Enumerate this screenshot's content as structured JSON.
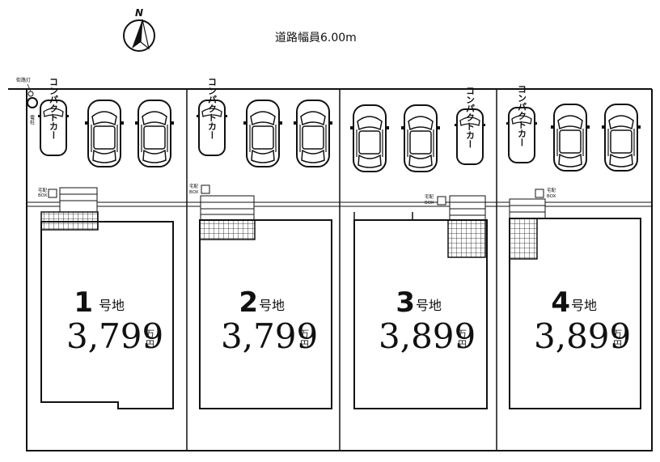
{
  "road": {
    "label": "道路幅員6.00m"
  },
  "north": {
    "label": "N"
  },
  "street_light": {
    "label": "街路灯"
  },
  "utility_pole": {
    "label": "電柱"
  },
  "delivery_box": {
    "label_line1": "宅配",
    "label_line2": "BOX"
  },
  "compact_car": {
    "label": "コンパクトカー"
  },
  "lots": [
    {
      "number": "1",
      "suffix": "号地",
      "price": "3,799",
      "unit_top": "万",
      "unit_bottom": "円"
    },
    {
      "number": "2",
      "suffix": "号地",
      "price": "3,799",
      "unit_top": "万",
      "unit_bottom": "円"
    },
    {
      "number": "3",
      "suffix": "号地",
      "price": "3,899",
      "unit_top": "万",
      "unit_bottom": "円"
    },
    {
      "number": "4",
      "suffix": "号地",
      "price": "3,899",
      "unit_top": "万",
      "unit_bottom": "円"
    }
  ]
}
